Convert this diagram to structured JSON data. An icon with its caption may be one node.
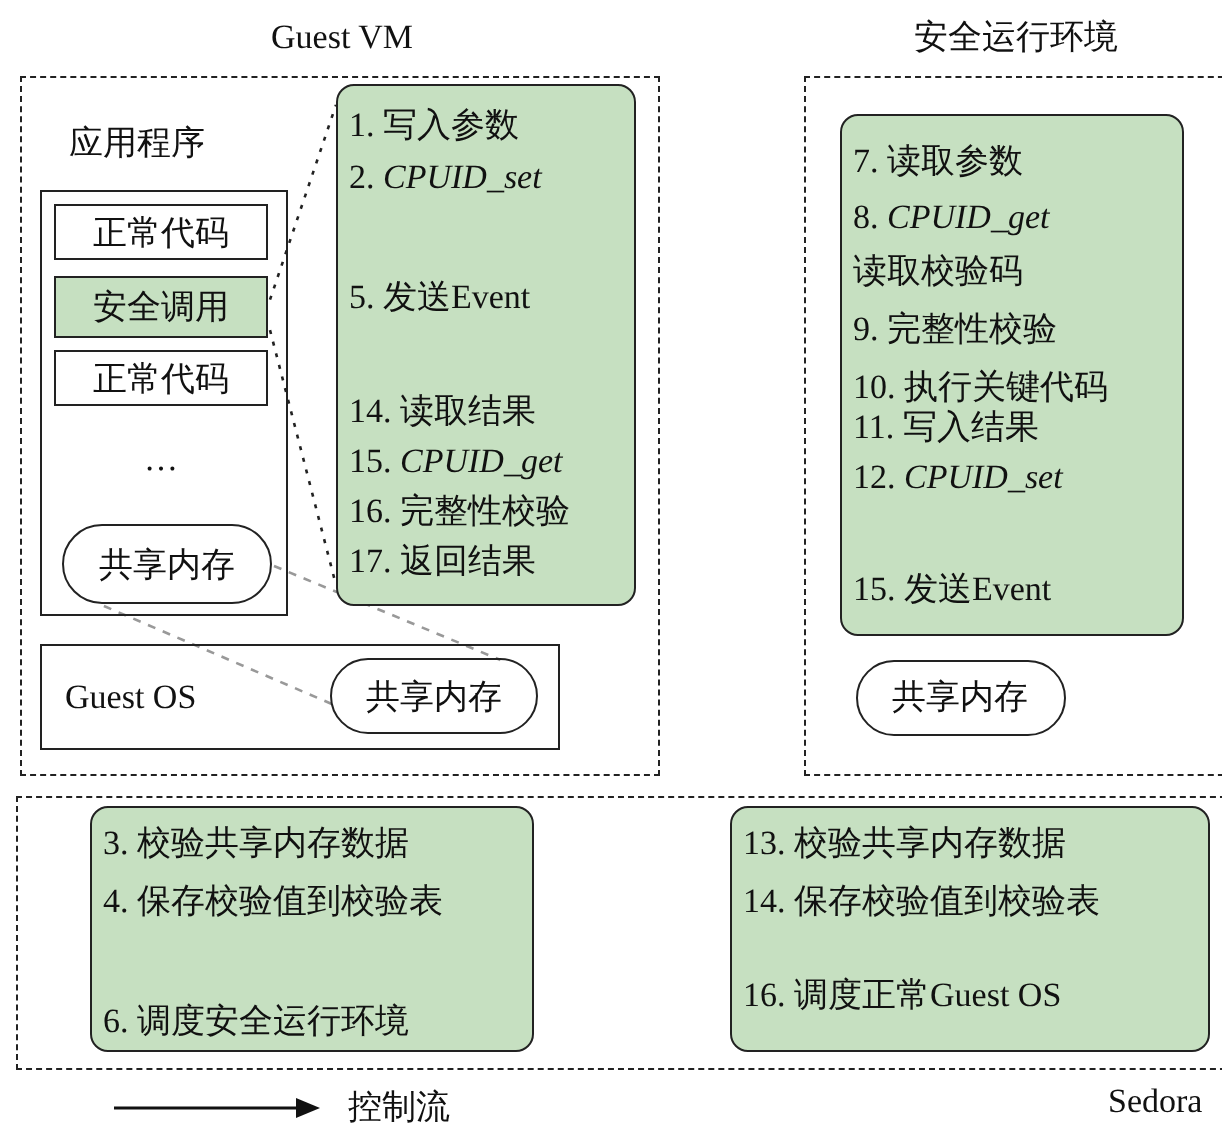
{
  "diagram": {
    "nodes": [
      {
        "text": [
          "Guest VM"
        ]
      },
      {
        "text": [
          "应用程序"
        ],
        "in": 0
      },
      {
        "text": [
          "正常代码"
        ],
        "in": 1
      },
      {
        "text": [
          "安全调用"
        ],
        "in": 1
      },
      {
        "text": [
          "正常代码"
        ],
        "in": 1
      },
      {
        "text": [
          "共享内存"
        ],
        "in": 1
      },
      {
        "text": [
          "1. 写入参数",
          "2. *CPUID_set*",
          "5. 发送Event",
          "14. 读取结果",
          "15. *CPUID_get*",
          "16. 完整性校验",
          "17. 返回结果"
        ],
        "in": 0
      },
      {
        "text": [
          "Guest OS"
        ],
        "in": 0
      },
      {
        "text": [
          "共享内存"
        ],
        "in": 7
      },
      {
        "text": [
          "安全运行环境"
        ]
      },
      {
        "text": [
          "7. 读取参数",
          "8. *CPUID_get* 读取校验码",
          "9. 完整性校验",
          "10. 执行关键代码",
          "11. 写入结果",
          "12. *CPUID_set*",
          "15. 发送Event"
        ],
        "in": 9
      },
      {
        "text": [
          "共享内存"
        ],
        "in": 9
      },
      {
        "text": [
          "Sedora"
        ]
      },
      {
        "text": [
          "3. 校验共享内存数据",
          "4. 保存校验值到校验表",
          "6. 调度安全运行环境"
        ],
        "in": 12
      },
      {
        "text": [
          "13. 校验共享内存数据",
          "14. 保存校验值到校验表",
          "16. 调度正常Guest OS"
        ],
        "in": 12
      }
    ],
    "edges": [
      {
        "from": 3,
        "to": 6,
        "arrow": "none",
        "style": "dashed"
      },
      {
        "from": 3,
        "to": 6,
        "arrow": "none",
        "style": "dashed"
      },
      {
        "from": 5,
        "to": 8,
        "arrow": "none",
        "style": "dashed",
        "color": "#999999"
      },
      {
        "from": 5,
        "to": 8,
        "arrow": "none",
        "style": "dashed",
        "color": "#999999"
      }
    ],
    "labels": [
      "…"
    ],
    "legend": [
      {
        "text": "控制流"
      }
    ]
  }
}
